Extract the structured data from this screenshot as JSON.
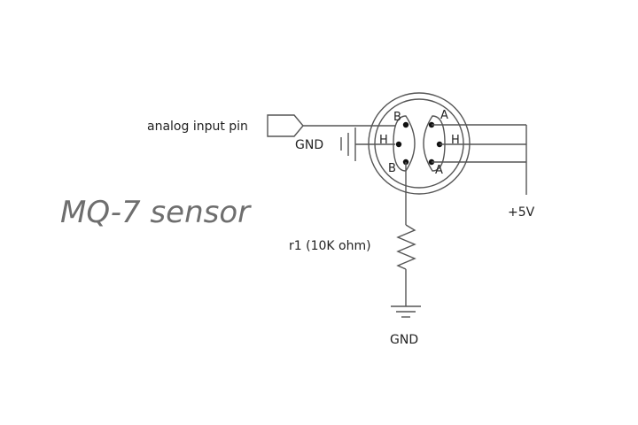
{
  "title": "MQ-7 sensor",
  "labels": {
    "analog_input": "analog input pin",
    "gnd_left": "GND",
    "gnd_bottom": "GND",
    "vcc": "+5V",
    "resistor": "r1 (10K ohm)"
  },
  "pins": {
    "b_top": "B",
    "h_left": "H",
    "b_bottom": "B",
    "a_top": "A",
    "h_right": "H",
    "a_bottom": "A"
  }
}
